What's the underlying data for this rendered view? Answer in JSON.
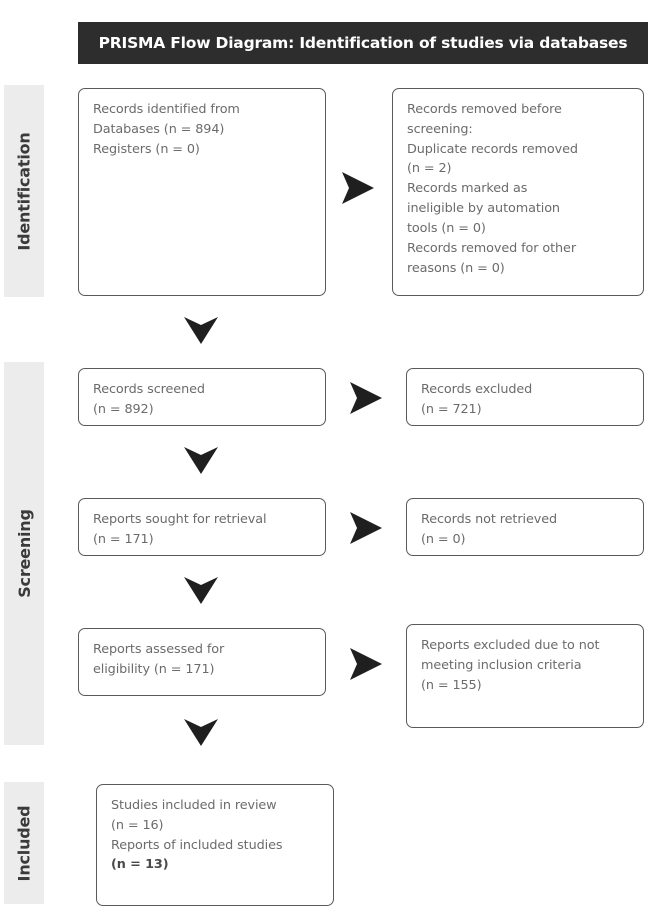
{
  "header": {
    "title": "PRISMA Flow Diagram: Identification of studies via databases",
    "background_color": "#2d2d2d",
    "text_color": "#ffffff"
  },
  "stages": [
    {
      "id": "identification",
      "label": "Identification",
      "band_color": "#ececec"
    },
    {
      "id": "screening",
      "label": "Screening",
      "band_color": "#ececec"
    },
    {
      "id": "included",
      "label": "Included",
      "band_color": "#ececec"
    }
  ],
  "nodes": {
    "identified": {
      "text": "Records identified from\nDatabases (n = 894)\nRegisters (n = 0)"
    },
    "removed_before_screening": {
      "text": "Records removed before\nscreening:\nDuplicate records removed\n(n = 2)\nRecords marked as\nineligible by automation\ntools (n = 0)\nRecords removed for other\nreasons (n = 0)"
    },
    "records_screened": {
      "text": "Records screened\n(n = 892)"
    },
    "records_excluded": {
      "text": "Records excluded\n(n = 721)"
    },
    "reports_sought": {
      "text": "Reports sought for retrieval\n(n = 171)"
    },
    "reports_not_retrieved": {
      "text": "Records not retrieved\n(n = 0)"
    },
    "reports_assessed": {
      "text": "Reports assessed for\neligibility (n = 171)"
    },
    "reports_excluded": {
      "text": "Reports excluded due to not\nmeeting inclusion criteria\n(n = 155)"
    },
    "studies_included": {
      "line1": "Studies included in review",
      "line2": "(n = 16)",
      "line3": "Reports of included studies",
      "line4": "(n = 13)"
    }
  },
  "chart_data": {
    "type": "diagram",
    "title": "PRISMA Flow Diagram: Identification of studies via databases",
    "stages": [
      "Identification",
      "Screening",
      "Included"
    ],
    "counts": {
      "records_identified_databases": 894,
      "records_identified_registers": 0,
      "duplicate_records_removed": 2,
      "records_marked_ineligible_by_automation": 0,
      "records_removed_other_reasons": 0,
      "records_screened": 892,
      "records_excluded": 721,
      "reports_sought_for_retrieval": 171,
      "records_not_retrieved": 0,
      "reports_assessed_for_eligibility": 171,
      "reports_excluded_not_meeting_inclusion_criteria": 155,
      "studies_included_in_review": 16,
      "reports_of_included_studies": 13
    },
    "flow": [
      {
        "from": "records_identified",
        "to": "records_removed_before_screening",
        "direction": "right"
      },
      {
        "from": "records_identified",
        "to": "records_screened",
        "direction": "down"
      },
      {
        "from": "records_screened",
        "to": "records_excluded",
        "direction": "right"
      },
      {
        "from": "records_screened",
        "to": "reports_sought_for_retrieval",
        "direction": "down"
      },
      {
        "from": "reports_sought_for_retrieval",
        "to": "records_not_retrieved",
        "direction": "right"
      },
      {
        "from": "reports_sought_for_retrieval",
        "to": "reports_assessed_for_eligibility",
        "direction": "down"
      },
      {
        "from": "reports_assessed_for_eligibility",
        "to": "reports_excluded",
        "direction": "right"
      },
      {
        "from": "reports_assessed_for_eligibility",
        "to": "studies_included",
        "direction": "down"
      }
    ]
  }
}
